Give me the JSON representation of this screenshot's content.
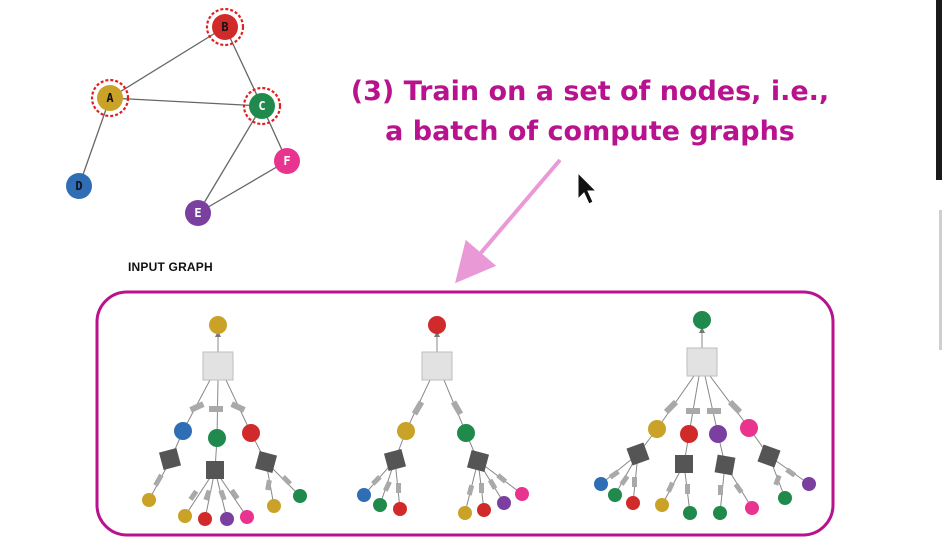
{
  "caption": {
    "line1": "(3) Train on a set of nodes, i.e.,",
    "line2": "a batch of compute graphs"
  },
  "input_graph": {
    "label": "INPUT GRAPH",
    "nodes": [
      {
        "id": "A",
        "color": "#c9a227",
        "highlighted": true
      },
      {
        "id": "B",
        "color": "#d12a2a",
        "highlighted": true
      },
      {
        "id": "C",
        "color": "#1f8a4c",
        "highlighted": true
      },
      {
        "id": "D",
        "color": "#2f6db5",
        "highlighted": false
      },
      {
        "id": "E",
        "color": "#7b3fa0",
        "highlighted": false
      },
      {
        "id": "F",
        "color": "#e8338f",
        "highlighted": false
      }
    ],
    "edges": [
      [
        "A",
        "B"
      ],
      [
        "A",
        "C"
      ],
      [
        "B",
        "C"
      ],
      [
        "A",
        "D"
      ],
      [
        "C",
        "E"
      ],
      [
        "C",
        "F"
      ],
      [
        "E",
        "F"
      ]
    ]
  },
  "colors": {
    "accent": "#b8128e",
    "arrow": "#e99ad6",
    "aggregator_box": "#e2e2e2",
    "layer_box": "#555555",
    "message_tag": "#a9a9a9"
  },
  "compute_graphs": [
    {
      "root": "A",
      "root_color": "#c9a227"
    },
    {
      "root": "B",
      "root_color": "#d12a2a"
    },
    {
      "root": "C",
      "root_color": "#1f8a4c"
    }
  ]
}
